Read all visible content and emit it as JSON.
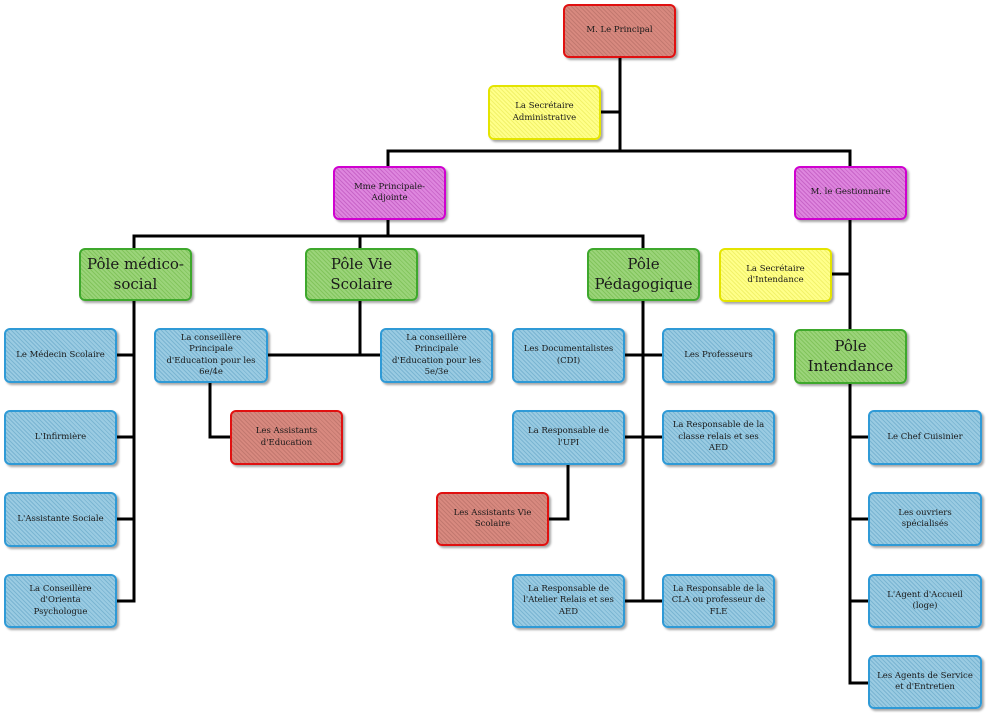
{
  "nodes": {
    "principal": "M. Le Principal",
    "secretaire_admin": "La Secrétaire\nAdministrative",
    "principale_adjointe": "Mme Principale-\nAdjointe",
    "gestionnaire": "M. le Gestionnaire",
    "pole_medico_social": "Pôle médico-\nsocial",
    "pole_vie_scolaire": "Pôle Vie\nScolaire",
    "pole_pedagogique": "Pôle\nPédagogique",
    "secretaire_intendance": "La Secrétaire\nd'Intendance",
    "pole_intendance": "Pôle\nIntendance",
    "medecin": "Le Médecin Scolaire",
    "infirmiere": "L'Infirmière",
    "assistante_sociale": "L'Assistante Sociale",
    "conseillere_orientation": "La Conseillère d'Orienta\nPsychologue",
    "cpe_6e4e": "La conseillère Principale\nd'Education pour les\n6e/4e",
    "cpe_5e3e": "La conseillère Principale\nd'Education pour les\n5e/3e",
    "assistants_education": "Les Assistants\nd'Education",
    "documentalistes": "Les Documentalistes\n(CDI)",
    "professeurs": "Les Professeurs",
    "responsable_upi": "La Responsable de l'UPI",
    "responsable_classe_relais": "La Responsable de la\nclasse relais et ses AED",
    "assistants_vie_scolaire": "Les Assistants Vie\nScolaire",
    "responsable_atelier_relais": "La Responsable de\nl'Atelier Relais et ses\nAED",
    "responsable_cla": "La Responsable de la\nCLA ou professeur de\nFLE",
    "chef_cuisinier": "Le Chef Cuisinier",
    "ouvriers_specialises": "Les ouvriers spécialisés",
    "agent_accueil": "L'Agent d'Accueil\n(loge)",
    "agents_service": "Les Agents de Service\net d'Entretien"
  },
  "colors": {
    "red_border": "#e01010",
    "yellow_border": "#e4e400",
    "magenta_border": "#d000d0",
    "green_border": "#3ea82c",
    "blue_border": "#2f9ad6",
    "connector": "#000000"
  }
}
